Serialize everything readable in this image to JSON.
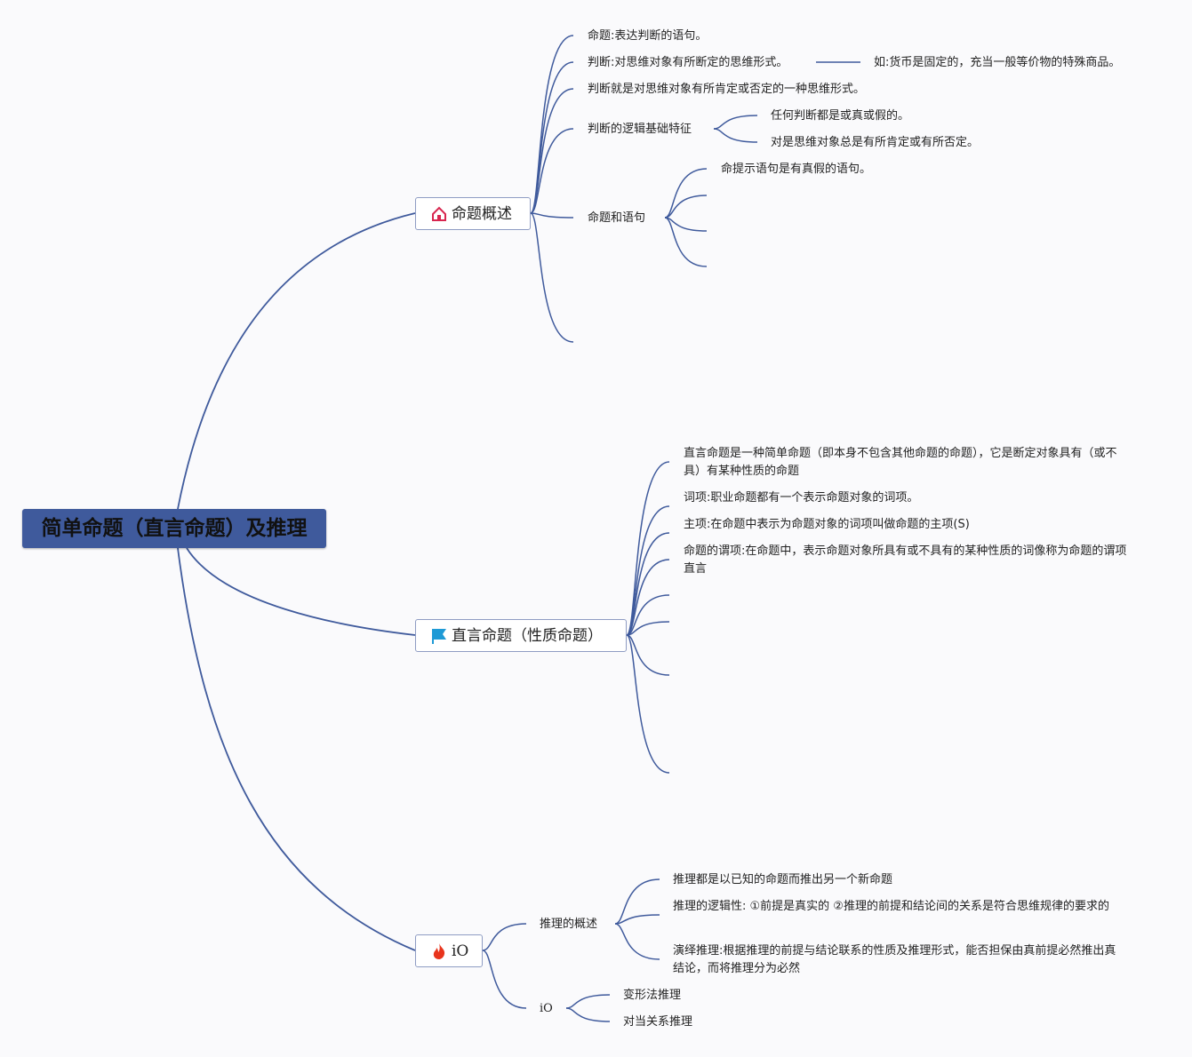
{
  "root": {
    "title": "简单命题（直言命题）及推理"
  },
  "branches": [
    {
      "label": "命题概述",
      "icon": "home-icon",
      "children": [
        {
          "text": "命题:表达判断的语句。"
        },
        {
          "text": "判断:对思维对象有所断定的思维形式。",
          "note": "如:货币是固定的，充当一般等价物的特殊商品。"
        },
        {
          "text": "判断就是对思维对象有所肯定或否定的一种思维形式。"
        },
        {
          "text": "判断的逻辑基础特征",
          "children": [
            "任何判断都是或真或假的。",
            "对是思维对象总是有所肯定或有所否定。"
          ]
        },
        {
          "text": "命题和语句",
          "children": [
            "命提示语句是有真假的语句。"
          ]
        }
      ]
    },
    {
      "label": "直言命题（性质命题）",
      "icon": "flag-icon",
      "children": [
        {
          "text": "直言命题是一种简单命题（即本身不包含其他命题的命题），它是断定对象具有（或不具）有某种性质的命题"
        },
        {
          "text": "词项:职业命题都有一个表示命题对象的词项。"
        },
        {
          "text": "主项:在命题中表示为命题对象的词项叫做命题的主项(S)"
        },
        {
          "text": "命题的谓项:在命题中，表示命题对象所具有或不具有的某种性质的词像称为命题的谓项 直言"
        }
      ]
    },
    {
      "label": "iO",
      "icon": "fire-icon",
      "children": [
        {
          "text": "推理的概述",
          "children": [
            "推理都是以已知的命题而推出另一个新命题",
            "推理的逻辑性: ①前提是真实的 ②推理的前提和结论间的关系是符合思维规律的要求的",
            "演绎推理:根据推理的前提与结论联系的性质及推理形式，能否担保由真前提必然推出真结论，而将推理分为必然"
          ]
        },
        {
          "text": "iO",
          "children": [
            "变形法推理",
            "对当关系推理"
          ]
        }
      ]
    }
  ],
  "colors": {
    "line": "#3f5a9c",
    "root": "#3f5a9c",
    "home": "#d8264f",
    "flag": "#1e9ad6",
    "fire": "#e8341c"
  }
}
